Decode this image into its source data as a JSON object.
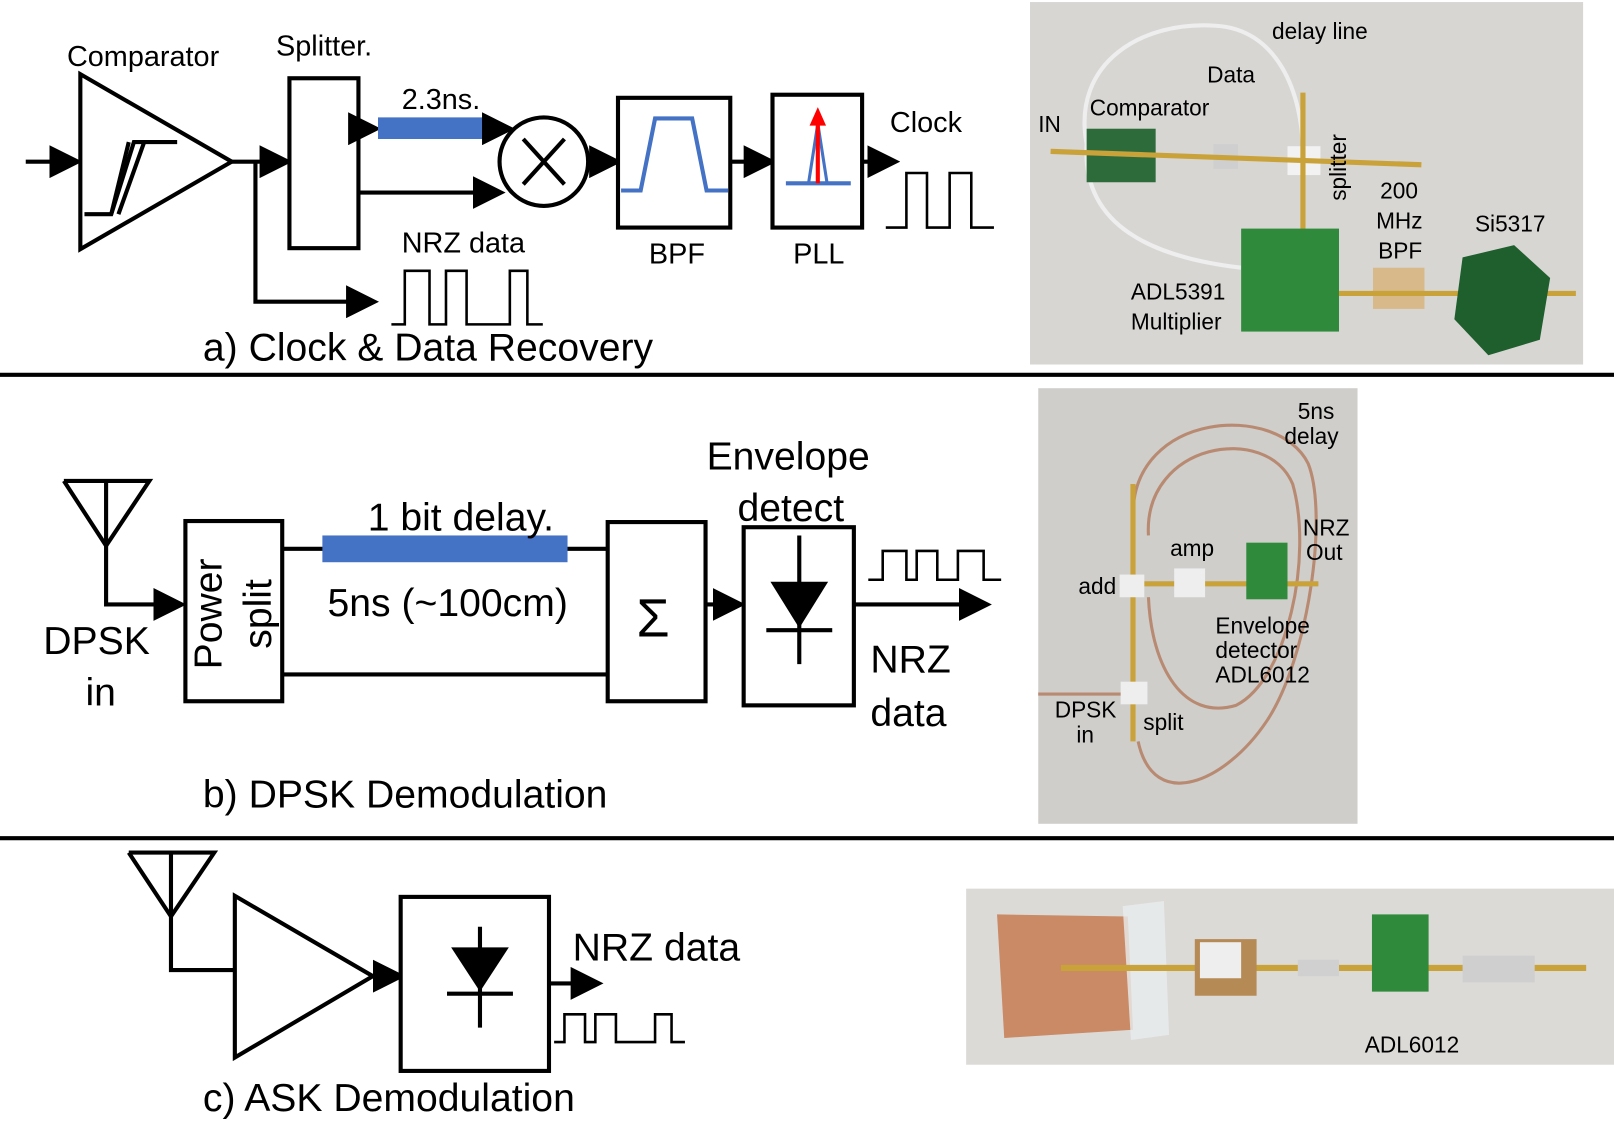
{
  "panel_a": {
    "caption": "a) Clock & Data Recovery",
    "comparator": "Comparator",
    "splitter": "Splitter.",
    "delay": "2.3ns.",
    "nrz_data": "NRZ data",
    "bpf": "BPF",
    "pll": "PLL",
    "clock": "Clock",
    "photo_labels": {
      "delay_line": "delay line",
      "data": "Data",
      "in": "IN",
      "comparator": "Comparator",
      "splitter": "splitter",
      "bpf_1": "200",
      "bpf_2": "MHz",
      "bpf_3": "BPF",
      "si5317": "Si5317",
      "multiplier_1": "ADL5391",
      "multiplier_2": "Multiplier"
    }
  },
  "panel_b": {
    "caption": "b) DPSK Demodulation",
    "input_1": "DPSK",
    "input_2": "in",
    "power_split_1": "Power",
    "power_split_2": "split",
    "delay": "1 bit delay.",
    "delay_length": "5ns (~100cm)",
    "sum_symbol": "Σ",
    "envelope_1": "Envelope",
    "envelope_2": "detect",
    "output_1": "NRZ",
    "output_2": "data",
    "photo_labels": {
      "delay_1": "5ns",
      "delay_2": "delay",
      "nrz_1": "NRZ",
      "nrz_2": "Out",
      "amp": "amp",
      "add": "add",
      "env_1": "Envelope",
      "env_2": "detector",
      "env_3": "ADL6012",
      "dpsk_1": "DPSK",
      "dpsk_2": "in",
      "split": "split"
    }
  },
  "panel_c": {
    "caption": "c) ASK Demodulation",
    "output": "NRZ data",
    "photo_labels": {
      "chip": "ADL6012"
    }
  },
  "colors": {
    "delay_line": "#4472c4",
    "filter_curve": "#4472c4",
    "pll_arrow": "#ff0000",
    "photo_background": "#d8d6d3",
    "pcb": "#2e7d32"
  }
}
